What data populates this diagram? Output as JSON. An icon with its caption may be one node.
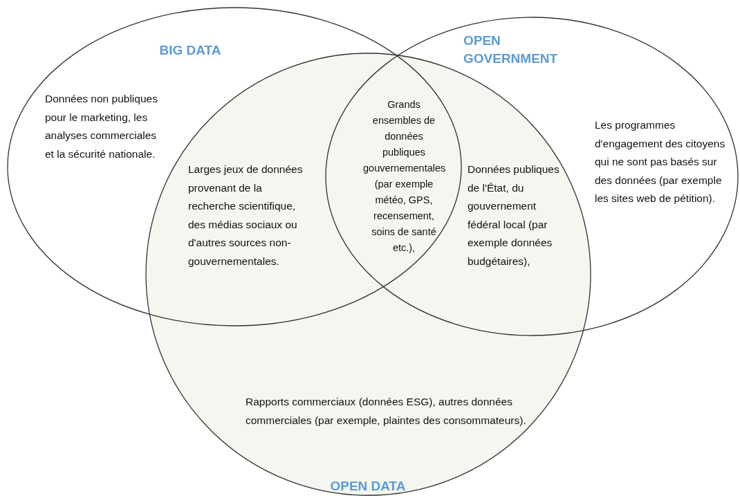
{
  "diagram": {
    "nodes": [
      {
        "text": [
          "BIG DATA"
        ]
      },
      {
        "text": [
          "OPEN GOVERNMENT"
        ]
      },
      {
        "text": [
          "OPEN DATA"
        ]
      }
    ],
    "labels": [
      "Données non publiques pour le marketing, les analyses commerciales et la sécurité nationale.",
      "Grands ensembles de données publiques gouvernementales (par exemple météo, GPS, recensement, soins de santé etc.),",
      "Les programmes d'engagement des citoyens qui ne sont pas basés sur des données (par exemple les sites web de pétition).",
      "Larges jeux de données provenant de la recherche scientifique, des médias sociaux ou d'autres sources non-gouvernementales.",
      "Données publiques de l'État, du gouvernement fédéral local (par exemple données budgétaires),",
      "Rapports commerciaux (données ESG), autres données commerciales (par exemple, plaintes des consommateurs)."
    ]
  }
}
